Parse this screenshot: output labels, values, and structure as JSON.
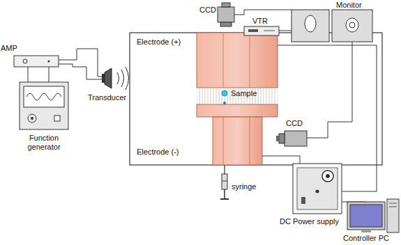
{
  "diagram": {
    "labels": [
      "Monitor",
      "CCD",
      "VTR",
      "Electrode (+)",
      "Sample",
      "AMP",
      "Transducer",
      "CCD",
      "Electrode (-)",
      "Function generator",
      "DC Power supply",
      "syringe",
      "Controller PC"
    ]
  }
}
